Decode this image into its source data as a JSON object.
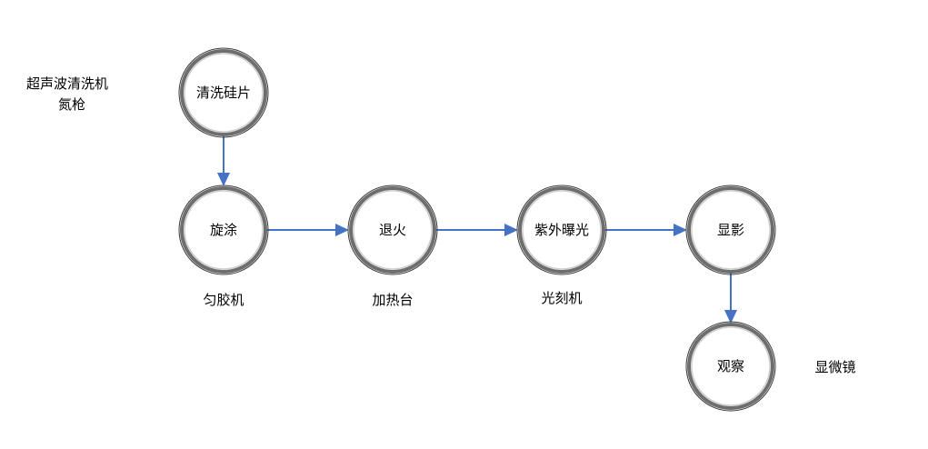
{
  "diagram": {
    "nodes": [
      {
        "id": "clean",
        "label": "清洗硅片"
      },
      {
        "id": "spin",
        "label": "旋涂"
      },
      {
        "id": "anneal",
        "label": "退火"
      },
      {
        "id": "uv",
        "label": "紫外曝光"
      },
      {
        "id": "develop",
        "label": "显影"
      },
      {
        "id": "observe",
        "label": "观察"
      }
    ],
    "equipment": {
      "clean_line1": "超声波清洗机",
      "clean_line2": "氮枪",
      "spin": "匀胶机",
      "anneal": "加热台",
      "uv": "光刻机",
      "observe": "显微镜"
    },
    "edges": [
      {
        "from": "clean",
        "to": "spin"
      },
      {
        "from": "spin",
        "to": "anneal"
      },
      {
        "from": "anneal",
        "to": "uv"
      },
      {
        "from": "uv",
        "to": "develop"
      },
      {
        "from": "develop",
        "to": "observe"
      }
    ],
    "colors": {
      "arrow": "#4472c4",
      "node_border": "#6e6e6e",
      "text": "#000000"
    }
  }
}
